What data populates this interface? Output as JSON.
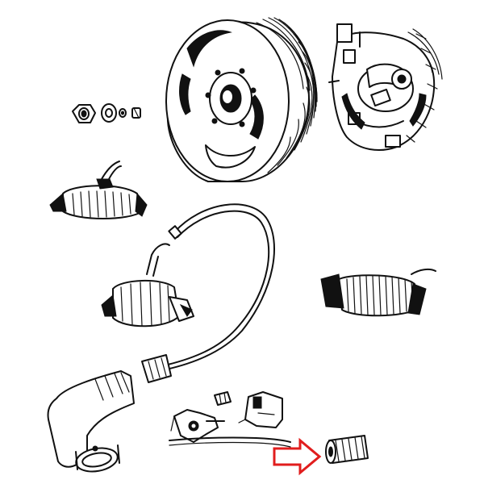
{
  "colors": {
    "background": "#ffffff",
    "ink": "#111111",
    "highlight_arrow": "#e11d1d"
  },
  "parts": [
    {
      "name": "flywheel-rotor"
    },
    {
      "name": "stator-base-plate"
    },
    {
      "name": "nut"
    },
    {
      "name": "washer"
    },
    {
      "name": "small-washer"
    },
    {
      "name": "key"
    },
    {
      "name": "lighting-coil"
    },
    {
      "name": "ignition-coil"
    },
    {
      "name": "ht-lead"
    },
    {
      "name": "spark-plug-cap"
    },
    {
      "name": "charging-coil"
    },
    {
      "name": "contact-breaker"
    },
    {
      "name": "screw"
    },
    {
      "name": "condenser-bracket"
    },
    {
      "name": "spacer-sleeve",
      "highlighted": true
    }
  ]
}
